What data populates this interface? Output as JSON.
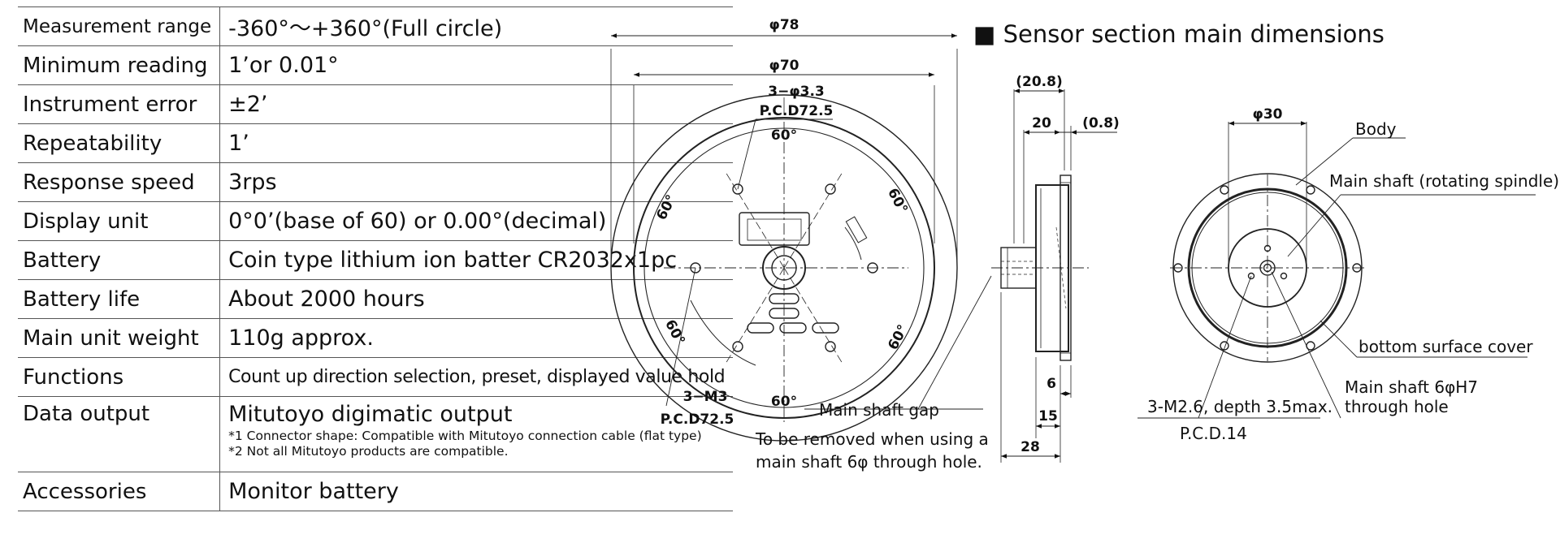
{
  "specs": [
    {
      "label": "Measurement range",
      "value": "-360°～+360°(Full circle)"
    },
    {
      "label": "Minimum reading",
      "value": "1’or 0.01°"
    },
    {
      "label": "Instrument error",
      "value": "±2’"
    },
    {
      "label": "Repeatability",
      "value": "1’"
    },
    {
      "label": "Response speed",
      "value": "3rps"
    },
    {
      "label": "Display unit",
      "value": "0°0’(base of 60) or 0.00°(decimal)"
    },
    {
      "label": "Battery",
      "value": "Coin type lithium ion batter CR2032x1pc"
    },
    {
      "label": "Battery life",
      "value": "About 2000 hours"
    },
    {
      "label": "Main unit weight",
      "value": "110g approx."
    },
    {
      "label": "Functions",
      "value": "Count up direction selection, preset, displayed value hold"
    },
    {
      "label": "Data output",
      "value": "Mitutoyo digimatic output",
      "notes": [
        "*1  Connector shape: Compatible with Mitutoyo connection cable (flat type)",
        "*2 Not all Mitutoyo products are compatible."
      ]
    },
    {
      "label": "Accessories",
      "value": "Monitor battery"
    }
  ],
  "front_view": {
    "dim_outer": "φ78",
    "dim_inner": "φ70",
    "hole_spec": "3−φ3.3",
    "hole_pcd": "P.C.D72.5",
    "angle": "60°",
    "thread_spec": "3−M3",
    "thread_pcd": "P.C.D72.5",
    "gap_label": "Main shaft gap",
    "gap_note_line1": "To be removed when using a",
    "gap_note_line2": "main shaft 6φ through hole."
  },
  "sensor": {
    "title": "■ Sensor section main dimensions",
    "side": {
      "d1": "(20.8)",
      "d2": "20",
      "d3": "(0.8)",
      "d4": "6",
      "d5": "15",
      "d6": "28"
    },
    "dim_phi30": "φ30",
    "body": "Body",
    "main_shaft": "Main shaft (rotating spindle)",
    "bottom_cover": "bottom surface cover",
    "through_hole_1": "Main shaft 6φH7",
    "through_hole_2": "through hole",
    "thread_1": "3-M2.6, depth 3.5max.",
    "thread_2": "P.C.D.14"
  }
}
